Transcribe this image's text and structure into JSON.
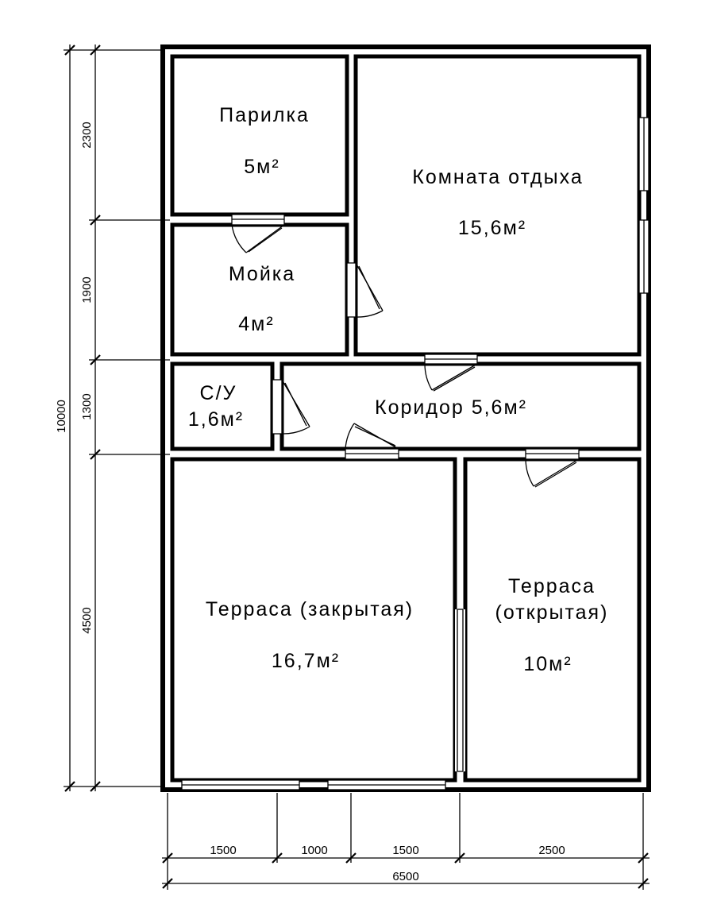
{
  "rooms": {
    "parilka": {
      "name": "Парилка",
      "area": "5м²"
    },
    "komnata": {
      "name": "Комната отдыха",
      "area": "15,6м²"
    },
    "moika": {
      "name": "Мойка",
      "area": "4м²"
    },
    "su": {
      "name": "С/У",
      "area": "1,6м²"
    },
    "koridor": {
      "label": "Коридор 5,6м²"
    },
    "terrasa_zakr": {
      "name": "Терраса (закрытая)",
      "area": "16,7м²"
    },
    "terrasa_otkr": {
      "name": "Терраса",
      "name2": "(открытая)",
      "area": "10м²"
    }
  },
  "dimensions": {
    "left_segments": [
      "2300",
      "1900",
      "1300",
      "4500"
    ],
    "left_total": "10000",
    "bottom_segments": [
      "1500",
      "1000",
      "1500",
      "2500"
    ],
    "bottom_total": "6500"
  }
}
